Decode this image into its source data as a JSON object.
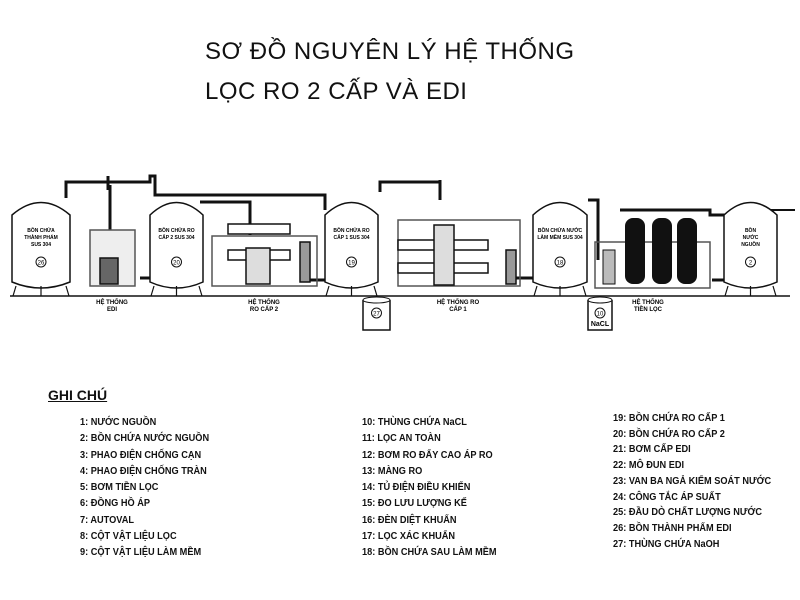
{
  "title": {
    "line1": "SƠ ĐỒ NGUYÊN LÝ HỆ THỐNG",
    "line2": "LỌC RO 2 CẤP VÀ EDI"
  },
  "tanks": [
    {
      "label": [
        "BỒN CHỨA",
        "THÀNH PHẨM",
        "SUS 304"
      ],
      "number": "26"
    },
    {
      "label": [
        "BỒN CHỨA RO",
        "CẤP 2 SUS 304"
      ],
      "number": "20"
    },
    {
      "label": [
        "BỒN CHỨA RO",
        "CẤP 1 SUS 304"
      ],
      "number": "19"
    },
    {
      "label": [
        "BỒN CHỨA NƯỚC",
        "LÀM MỀM SUS 304"
      ],
      "number": "18"
    },
    {
      "label": [
        "BỒN",
        "NƯỚC",
        "NGUỒN"
      ],
      "number": "2"
    }
  ],
  "systems": [
    {
      "line1": "HỆ THỐNG",
      "line2": "EDI"
    },
    {
      "line1": "HỆ THỐNG",
      "line2": "RO CẤP 2"
    },
    {
      "line1": "HỆ THỐNG RO",
      "line2": "CẤP 1"
    },
    {
      "line1": "HỆ THỐNG",
      "line2": "TIỀN LỌC"
    }
  ],
  "buckets": [
    {
      "number": "27",
      "label": ""
    },
    {
      "number": "10",
      "label": "NaCL"
    }
  ],
  "legend": {
    "heading": "GHI CHÚ",
    "col1": [
      "1: NƯỚC NGUỒN",
      "2: BỒN CHỨA NƯỚC NGUỒN",
      "3: PHAO ĐIỆN CHỐNG CẠN",
      "4: PHAO ĐIỆN CHỐNG TRÀN",
      "5: BƠM TIỀN LỌC",
      "6: ĐỒNG HỒ ÁP",
      "7: AUTOVAL",
      "8: CỘT VẬT LIỆU LỌC",
      "9: CỘT VẬT LIỆU LÀM MỀM"
    ],
    "col2": [
      "10: THÙNG CHỨA NaCL",
      "11: LỌC AN TOÀN",
      "12: BƠM RO ĐẨY CAO ÁP RO",
      "13: MÀNG RO",
      "14: TỦ ĐIỆN ĐIỀU KHIỂN",
      "15: ĐO LƯU LƯỢNG KẾ",
      "16: ĐÈN DIỆT KHUẨN",
      "17: LỌC XÁC KHUẨN",
      "18: BỒN CHỨA SAU LÀM MỀM"
    ],
    "col3": [
      "19: BỒN CHỨA RO CẤP 1",
      "20: BỒN CHỨA RO CẤP 2",
      "21: BƠM CẤP EDI",
      "22: MÔ ĐUN EDI",
      "23: VAN BA NGẢ KIỂM SOÁT NƯỚC",
      "24: CÔNG TẮC ÁP SUẤT",
      "25: ĐẦU DÒ CHẤT LƯỢNG NƯỚC",
      "26: BỒN THÀNH PHẨM EDI",
      "27: THÙNG CHỨA NaOH"
    ]
  }
}
